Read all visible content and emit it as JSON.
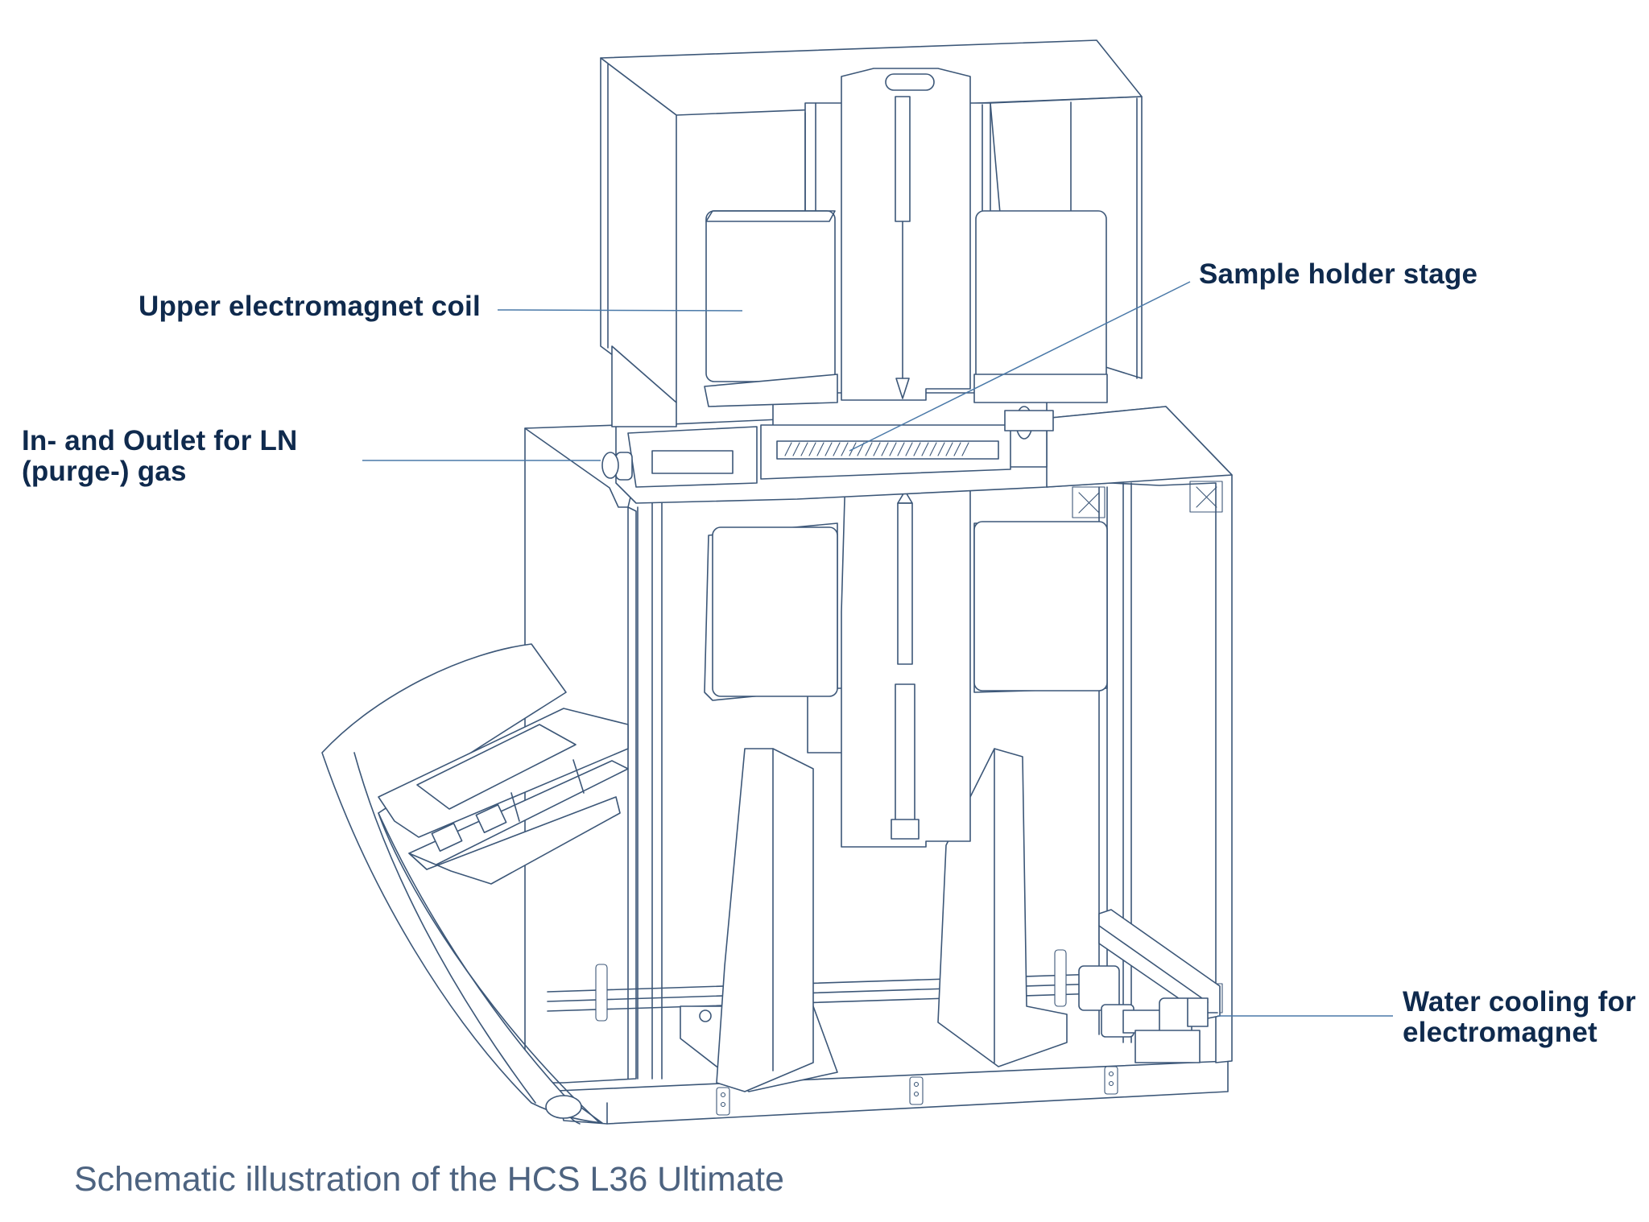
{
  "labels": {
    "upper_coil": "Upper electromagnet coil",
    "sample_stage": "Sample holder stage",
    "ln_inlet_line1": "In- and Outlet for LN",
    "ln_inlet_line2": "(purge-) gas",
    "water_line1": "Water cooling for",
    "water_line2": "electromagnet"
  },
  "caption": "Schematic illustration of the HCS L36 Ultimate",
  "colors": {
    "line": "#3c5778",
    "leader": "#4a79a8",
    "label": "#0f2a4d",
    "caption": "#4d6380",
    "background": "#ffffff"
  }
}
